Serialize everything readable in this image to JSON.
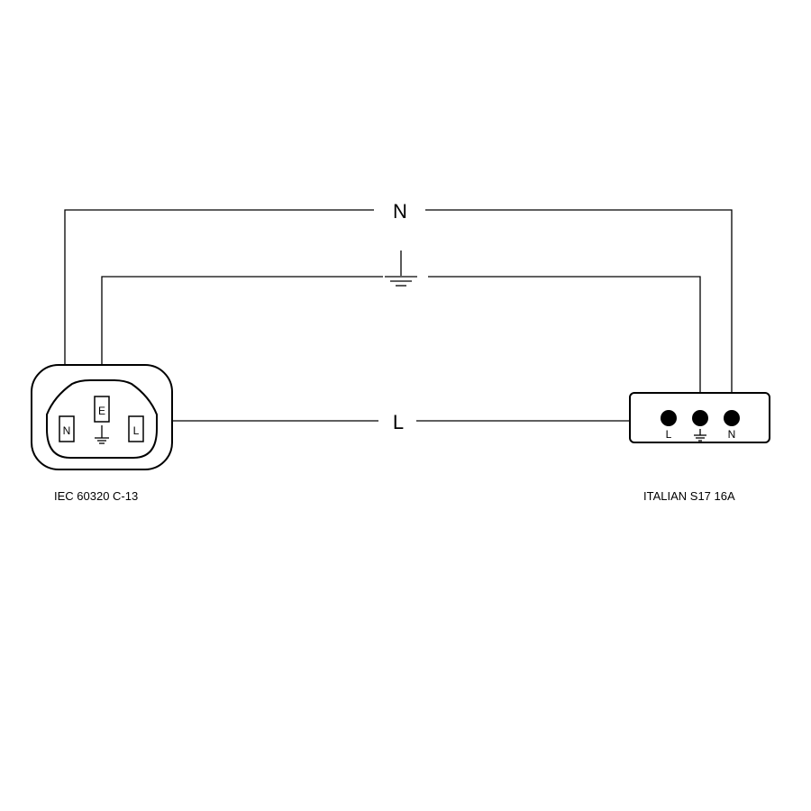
{
  "wires": {
    "neutral_label": "N",
    "live_label": "L"
  },
  "left_connector": {
    "caption": "IEC 60320 C-13",
    "pin_neutral": "N",
    "pin_earth": "E",
    "pin_live": "L"
  },
  "right_connector": {
    "caption": "ITALIAN S17 16A",
    "pin_live": "L",
    "pin_neutral": "N"
  },
  "icons": {
    "earth_symbol": "earth-ground-icon"
  }
}
